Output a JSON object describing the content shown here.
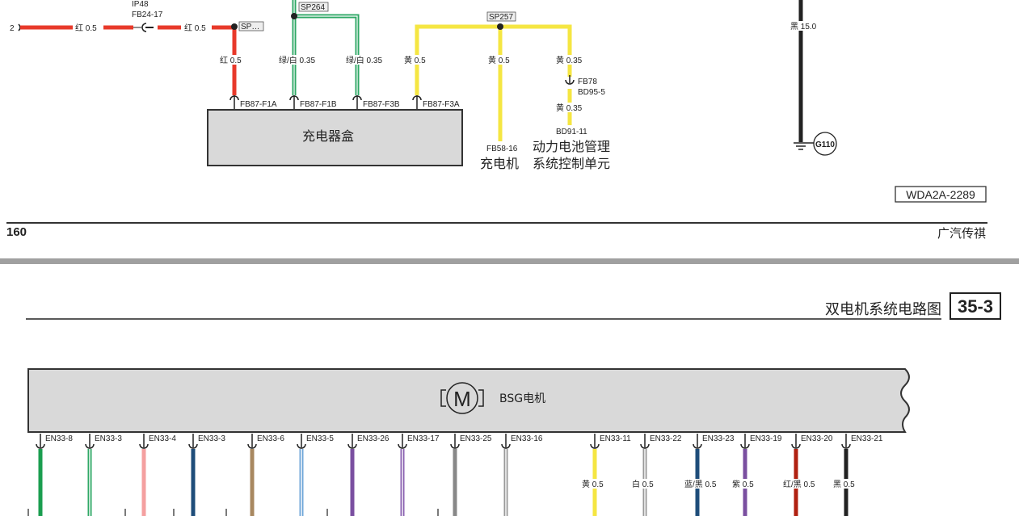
{
  "top_diagram": {
    "circuit_ref": "2",
    "connector_ip48": "IP48",
    "connector_fb24": "FB24-17",
    "wire_labels": {
      "red_1": "红 0.5",
      "red_2": "红 0.5",
      "red_3": "红 0.5",
      "green_1": "绿/白 0.35",
      "green_2": "绿/白 0.35",
      "yellow_1": "黄 0.5",
      "yellow_2": "黄 0.5",
      "yellow_3": "黄 0.35",
      "yellow_4": "黄 0.35",
      "black_1": "黑 15.0"
    },
    "splices": {
      "sp_red": "SP…",
      "sp264": "SP264",
      "sp257": "SP257"
    },
    "pins": [
      "FB87-F1A",
      "FB87-F1B",
      "FB87-F3B",
      "FB87-F3A"
    ],
    "charger_box": "充电器盒",
    "charger_pin": "FB58-16",
    "charger_label": "充电机",
    "fb78": "FB78",
    "bd95": "BD95-5",
    "bd91": "BD91-11",
    "bms_line1": "动力电池管理",
    "bms_line2": "系统控制单元",
    "ground": "G110",
    "diagram_code": "WDA2A-2289",
    "page_number": "160",
    "brand": "广汽传祺"
  },
  "bottom_diagram": {
    "title": "双电机系统电路图",
    "section": "35-3",
    "component": "BSG电机",
    "motor_symbol": "M",
    "pins": [
      {
        "label": "EN33-8",
        "color": "#1a9e4f",
        "stripe": false,
        "wire": ""
      },
      {
        "label": "EN33-3",
        "color": "#2fa866",
        "stripe": true,
        "wire": ""
      },
      {
        "label": "EN33-4",
        "color": "#f4a0a0",
        "stripe": false,
        "wire": ""
      },
      {
        "label": "EN33-3",
        "color": "#1e4d7a",
        "stripe": false,
        "wire": ""
      },
      {
        "label": "EN33-6",
        "color": "#a88860",
        "stripe": false,
        "wire": ""
      },
      {
        "label": "EN33-5",
        "color": "#6fa6d8",
        "stripe": true,
        "wire": ""
      },
      {
        "label": "EN33-26",
        "color": "#7a4fa0",
        "stripe": false,
        "wire": ""
      },
      {
        "label": "EN33-17",
        "color": "#8a62b0",
        "stripe": true,
        "wire": ""
      },
      {
        "label": "EN33-25",
        "color": "#888888",
        "stripe": false,
        "wire": ""
      },
      {
        "label": "EN33-16",
        "color": "#999999",
        "stripe": true,
        "wire": ""
      },
      {
        "label": "EN33-11",
        "color": "#f5e642",
        "stripe": false,
        "wire": "黄 0.5"
      },
      {
        "label": "EN33-22",
        "color": "#999999",
        "stripe": true,
        "wire": "白 0.5"
      },
      {
        "label": "EN33-23",
        "color": "#1e4d7a",
        "stripe": false,
        "wire": "蓝/黑 0.5"
      },
      {
        "label": "EN33-19",
        "color": "#7a4fa0",
        "stripe": false,
        "wire": "紫 0.5"
      },
      {
        "label": "EN33-20",
        "color": "#b02010",
        "stripe": false,
        "wire": "红/黑 0.5"
      },
      {
        "label": "EN33-21",
        "color": "#222222",
        "stripe": false,
        "wire": "黑 0.5"
      }
    ]
  },
  "colors": {
    "red": "#e8392a",
    "green": "#2fa866",
    "yellow": "#f5e642",
    "box_fill": "#d9d9d9",
    "divider": "#a0a0a0"
  }
}
